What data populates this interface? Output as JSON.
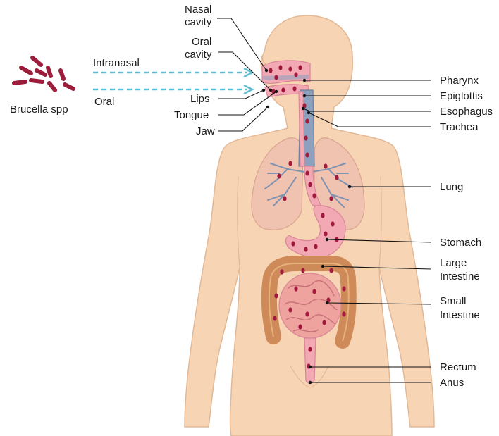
{
  "legend": {
    "organism": "Brucella spp",
    "routes": [
      "Intranasal",
      "Oral"
    ]
  },
  "labels_left": {
    "nasal_cavity": [
      "Nasal",
      "cavity"
    ],
    "oral_cavity": [
      "Oral",
      "cavity"
    ],
    "lips": "Lips",
    "tongue": "Tongue",
    "jaw": "Jaw"
  },
  "labels_right": {
    "pharynx": "Pharynx",
    "epiglottis": "Epiglottis",
    "esophagus": "Esophagus",
    "trachea": "Trachea",
    "lung": "Lung",
    "stomach": "Stomach",
    "large_intestine": [
      "Large",
      "Intestine"
    ],
    "small_intestine": [
      "Small",
      "Intestine"
    ],
    "rectum": "Rectum",
    "anus": "Anus"
  },
  "colors": {
    "skin": "#f7d4b3",
    "skin_outline": "#e2b896",
    "bacteria": "#9c1d3b",
    "route_arrow": "#5bbcd2",
    "airway": "#7f93b1",
    "digestive": "#f2a9b4",
    "large_intestine": "#cf8a5a"
  }
}
